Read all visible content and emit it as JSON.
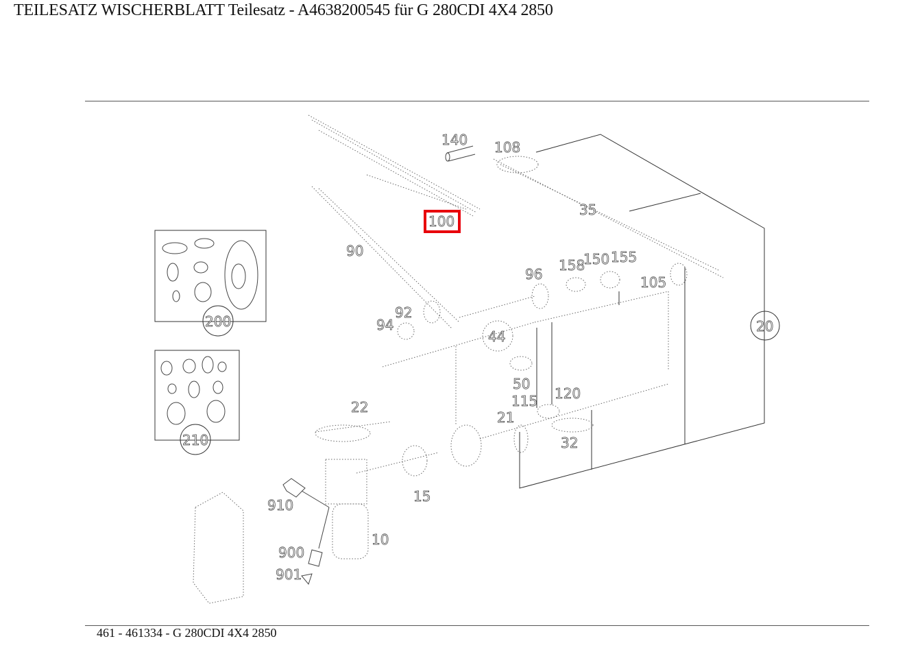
{
  "header": {
    "title": "TEILESATZ WISCHERBLATT Teilesatz - A4638200545 für G 280CDI 4X4 2850"
  },
  "footer": {
    "text": "461 - 461334 - G 280CDI 4X4 2850"
  },
  "diagram": {
    "highlighted_part": "100",
    "highlight_color": "#e8000b",
    "callouts": [
      {
        "id": "140",
        "label": "140"
      },
      {
        "id": "108",
        "label": "108"
      },
      {
        "id": "100",
        "label": "100"
      },
      {
        "id": "35",
        "label": "35"
      },
      {
        "id": "90",
        "label": "90"
      },
      {
        "id": "96",
        "label": "96"
      },
      {
        "id": "158",
        "label": "158"
      },
      {
        "id": "150",
        "label": "150"
      },
      {
        "id": "155",
        "label": "155"
      },
      {
        "id": "105",
        "label": "105"
      },
      {
        "id": "92",
        "label": "92"
      },
      {
        "id": "94",
        "label": "94"
      },
      {
        "id": "44",
        "label": "44"
      },
      {
        "id": "20",
        "label": "20"
      },
      {
        "id": "50",
        "label": "50"
      },
      {
        "id": "120",
        "label": "120"
      },
      {
        "id": "115",
        "label": "115"
      },
      {
        "id": "22",
        "label": "22"
      },
      {
        "id": "21",
        "label": "21"
      },
      {
        "id": "32",
        "label": "32"
      },
      {
        "id": "15",
        "label": "15"
      },
      {
        "id": "910",
        "label": "910"
      },
      {
        "id": "10",
        "label": "10"
      },
      {
        "id": "900",
        "label": "900"
      },
      {
        "id": "901",
        "label": "901"
      },
      {
        "id": "200",
        "label": "200"
      },
      {
        "id": "210",
        "label": "210"
      }
    ]
  }
}
